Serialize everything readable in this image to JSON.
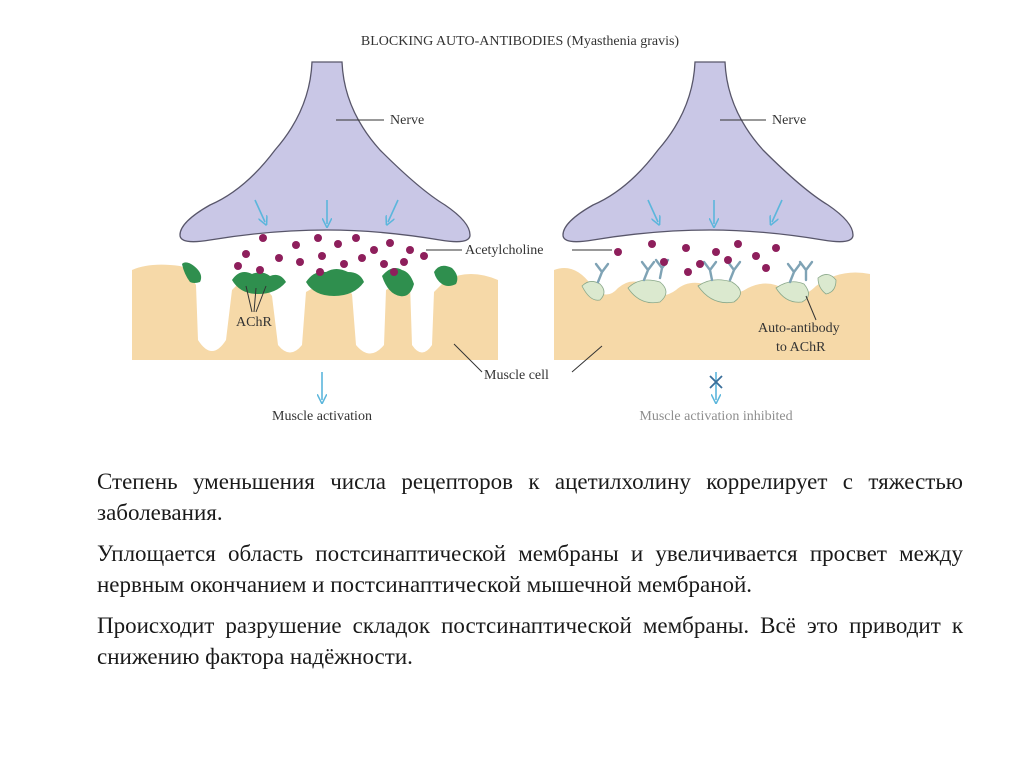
{
  "diagram": {
    "title": "BLOCKING AUTO-ANTIBODIES (Myasthenia gravis)",
    "labels": {
      "nerve_left": "Nerve",
      "nerve_right": "Nerve",
      "acetylcholine": "Acetylcholine",
      "achr": "AChR",
      "auto_antibody_line1": "Auto-antibody",
      "auto_antibody_line2": "to AChR",
      "muscle_cell": "Muscle cell",
      "muscle_activation": "Muscle activation",
      "muscle_activation_inhibited": "Muscle activation inhibited"
    },
    "colors": {
      "nerve": "#c9c7e6",
      "nerve_stroke": "#58566a",
      "muscle": "#f6d9a8",
      "receptor": "#2f8f4e",
      "receptor_blocked": "#dbe9cf",
      "acetylcholine": "#8e1f5c",
      "arrow": "#5bb6dc",
      "antibody": "#7fa3b5"
    }
  },
  "paragraphs": [
    "Степень уменьшения числа рецепторов к ацетилхолину коррелирует с тяжестью заболевания.",
    "Уплощается область постсинаптической мембраны и увеличивается просвет между нервным окончанием и постсинаптической мышечной мембраной.",
    "Происходит разрушение складок постсинаптической мембраны. Всё это приводит к снижению фактора надёжности."
  ]
}
